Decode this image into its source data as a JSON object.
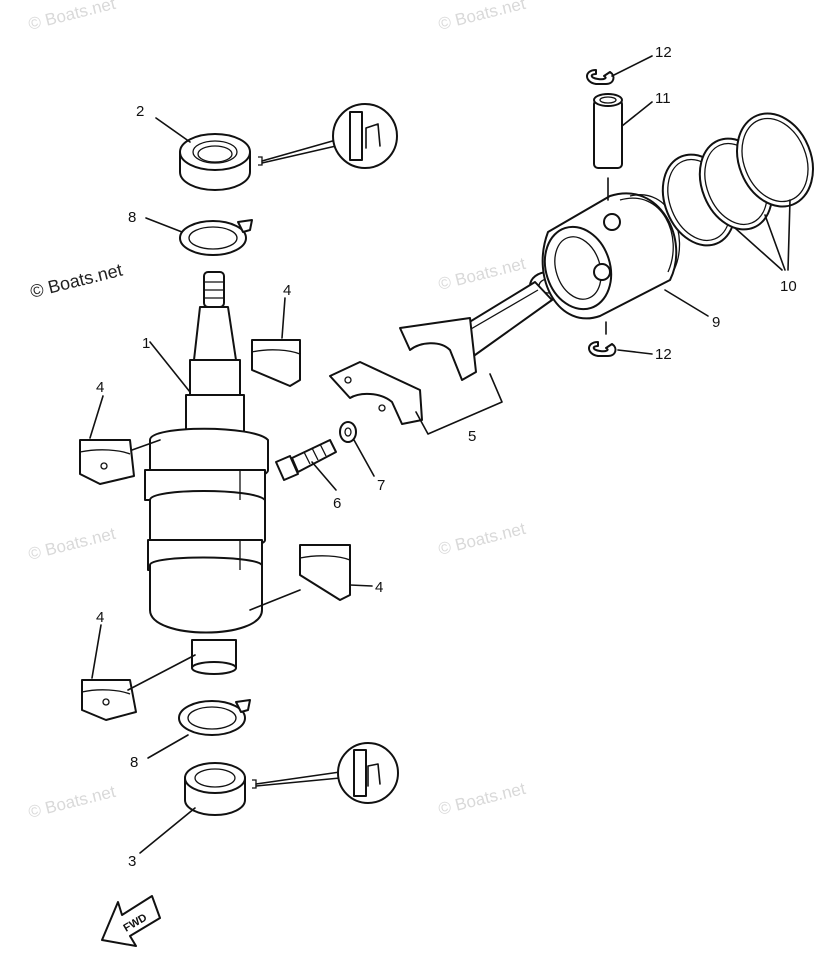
{
  "watermarks": [
    "© Boats.net",
    "© Boats.net",
    "© Boats.net",
    "© Boats.net",
    "© Boats.net",
    "© Boats.net",
    "© Boats.net",
    "© Boats.net"
  ],
  "callouts": {
    "c1": "1",
    "c2": "2",
    "c3": "3",
    "c4a": "4",
    "c4b": "4",
    "c4c": "4",
    "c4d": "4",
    "c5": "5",
    "c6": "6",
    "c7": "7",
    "c8a": "8",
    "c8b": "8",
    "c9": "9",
    "c10": "10",
    "c11": "11",
    "c12a": "12",
    "c12b": "12"
  },
  "fwd_label": "FWD"
}
